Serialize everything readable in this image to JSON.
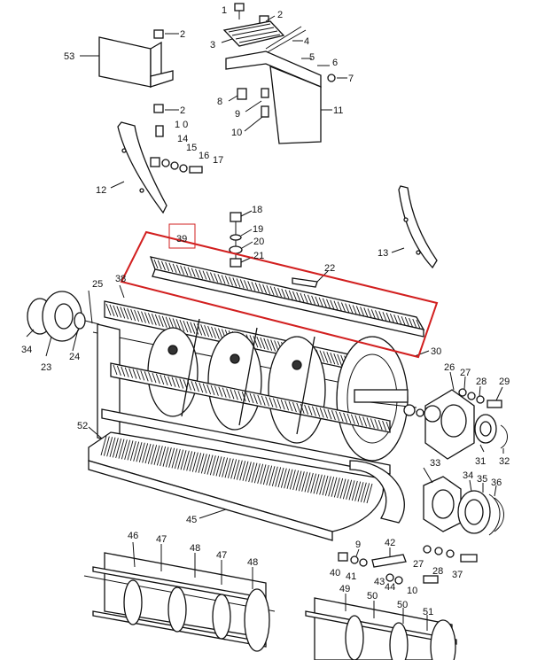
{
  "labels": [
    {
      "id": "1",
      "text": "1"
    },
    {
      "id": "2a",
      "text": "2"
    },
    {
      "id": "3",
      "text": "3"
    },
    {
      "id": "4",
      "text": "4"
    },
    {
      "id": "5",
      "text": "5"
    },
    {
      "id": "6",
      "text": "6"
    },
    {
      "id": "7",
      "text": "7"
    },
    {
      "id": "8",
      "text": "8"
    },
    {
      "id": "9a",
      "text": "9"
    },
    {
      "id": "10a",
      "text": "10"
    },
    {
      "id": "11",
      "text": "11"
    },
    {
      "id": "53",
      "text": "53"
    },
    {
      "id": "2b",
      "text": "2"
    },
    {
      "id": "2c",
      "text": "2"
    },
    {
      "id": "10b",
      "text": "1 0"
    },
    {
      "id": "14",
      "text": "14"
    },
    {
      "id": "15",
      "text": "15"
    },
    {
      "id": "16",
      "text": "16"
    },
    {
      "id": "17",
      "text": "17"
    },
    {
      "id": "12",
      "text": "12"
    },
    {
      "id": "18",
      "text": "18"
    },
    {
      "id": "19",
      "text": "19"
    },
    {
      "id": "20",
      "text": "20"
    },
    {
      "id": "21",
      "text": "21"
    },
    {
      "id": "22",
      "text": "22"
    },
    {
      "id": "39",
      "text": "39"
    },
    {
      "id": "38",
      "text": "38"
    },
    {
      "id": "13",
      "text": "13"
    },
    {
      "id": "25",
      "text": "25"
    },
    {
      "id": "34a",
      "text": "34"
    },
    {
      "id": "23",
      "text": "23"
    },
    {
      "id": "24",
      "text": "24"
    },
    {
      "id": "30",
      "text": "30"
    },
    {
      "id": "26",
      "text": "26"
    },
    {
      "id": "27a",
      "text": "27"
    },
    {
      "id": "28a",
      "text": "28"
    },
    {
      "id": "29",
      "text": "29"
    },
    {
      "id": "31",
      "text": "31"
    },
    {
      "id": "32",
      "text": "32"
    },
    {
      "id": "52",
      "text": "52"
    },
    {
      "id": "33",
      "text": "33"
    },
    {
      "id": "34b",
      "text": "34"
    },
    {
      "id": "35",
      "text": "35"
    },
    {
      "id": "36",
      "text": "36"
    },
    {
      "id": "45",
      "text": "45"
    },
    {
      "id": "9b",
      "text": "9"
    },
    {
      "id": "42",
      "text": "42"
    },
    {
      "id": "40",
      "text": "40"
    },
    {
      "id": "41",
      "text": "41"
    },
    {
      "id": "43",
      "text": "43"
    },
    {
      "id": "44",
      "text": "44"
    },
    {
      "id": "10c",
      "text": "10"
    },
    {
      "id": "27b",
      "text": "27"
    },
    {
      "id": "28b",
      "text": "28"
    },
    {
      "id": "37",
      "text": "37"
    },
    {
      "id": "46",
      "text": "46"
    },
    {
      "id": "47a",
      "text": "47"
    },
    {
      "id": "48a",
      "text": "48"
    },
    {
      "id": "47b",
      "text": "47"
    },
    {
      "id": "48b",
      "text": "48"
    },
    {
      "id": "49",
      "text": "49"
    },
    {
      "id": "50a",
      "text": "50"
    },
    {
      "id": "50b",
      "text": "50"
    },
    {
      "id": "51",
      "text": "51"
    }
  ],
  "highlight_color": "#d21f1f"
}
